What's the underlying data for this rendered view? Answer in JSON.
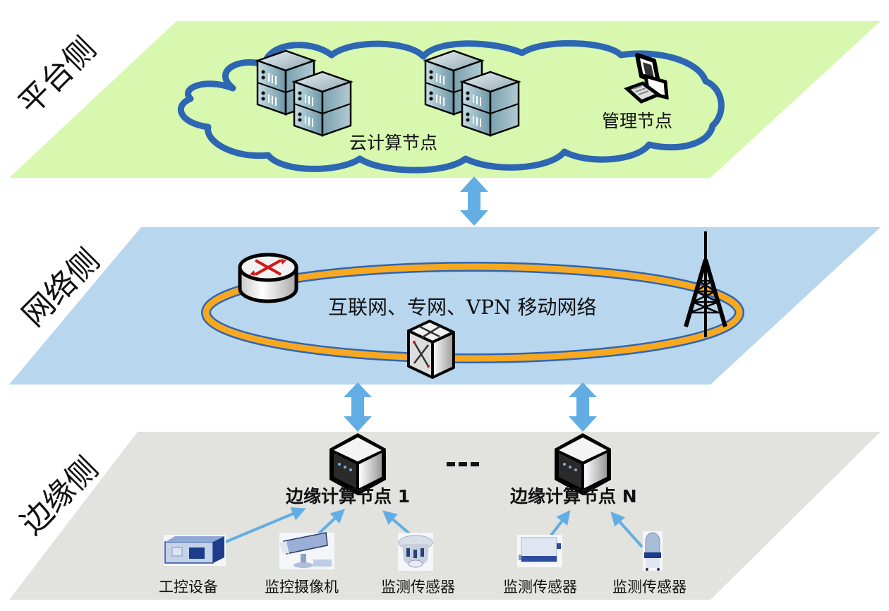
{
  "diagram": {
    "title": "平台侧 / 网络侧 / 边缘侧 三层架构",
    "colors": {
      "platform_plane": "#d8f8b0",
      "network_plane": "#b8d6ee",
      "edge_plane": "#e2e2de",
      "cloud_outline": "#2d66b2",
      "ring_orange": "#f8a820",
      "ring_blue": "#2d66b2",
      "arrow": "#62aee4"
    },
    "layers": {
      "platform": {
        "label": "平台侧",
        "cloud_nodes_label": "云计算节点",
        "management_node_label": "管理节点"
      },
      "network": {
        "label": "网络侧",
        "networks_label": "互联网、专网、VPN 移动网络"
      },
      "edge": {
        "label": "边缘侧",
        "ellipsis": "---",
        "nodes": [
          {
            "label": "边缘计算节点 1",
            "devices": [
              {
                "label": "工控设备",
                "icon": "industrial-controller-icon"
              },
              {
                "label": "监控摄像机",
                "icon": "surveillance-camera-icon"
              },
              {
                "label": "监测传感器",
                "icon": "smoke-sensor-icon"
              }
            ]
          },
          {
            "label": "边缘计算节点 N",
            "devices": [
              {
                "label": "监测传感器",
                "icon": "sensor-box-icon"
              },
              {
                "label": "监测传感器",
                "icon": "beacon-sensor-icon"
              }
            ]
          }
        ]
      }
    }
  }
}
